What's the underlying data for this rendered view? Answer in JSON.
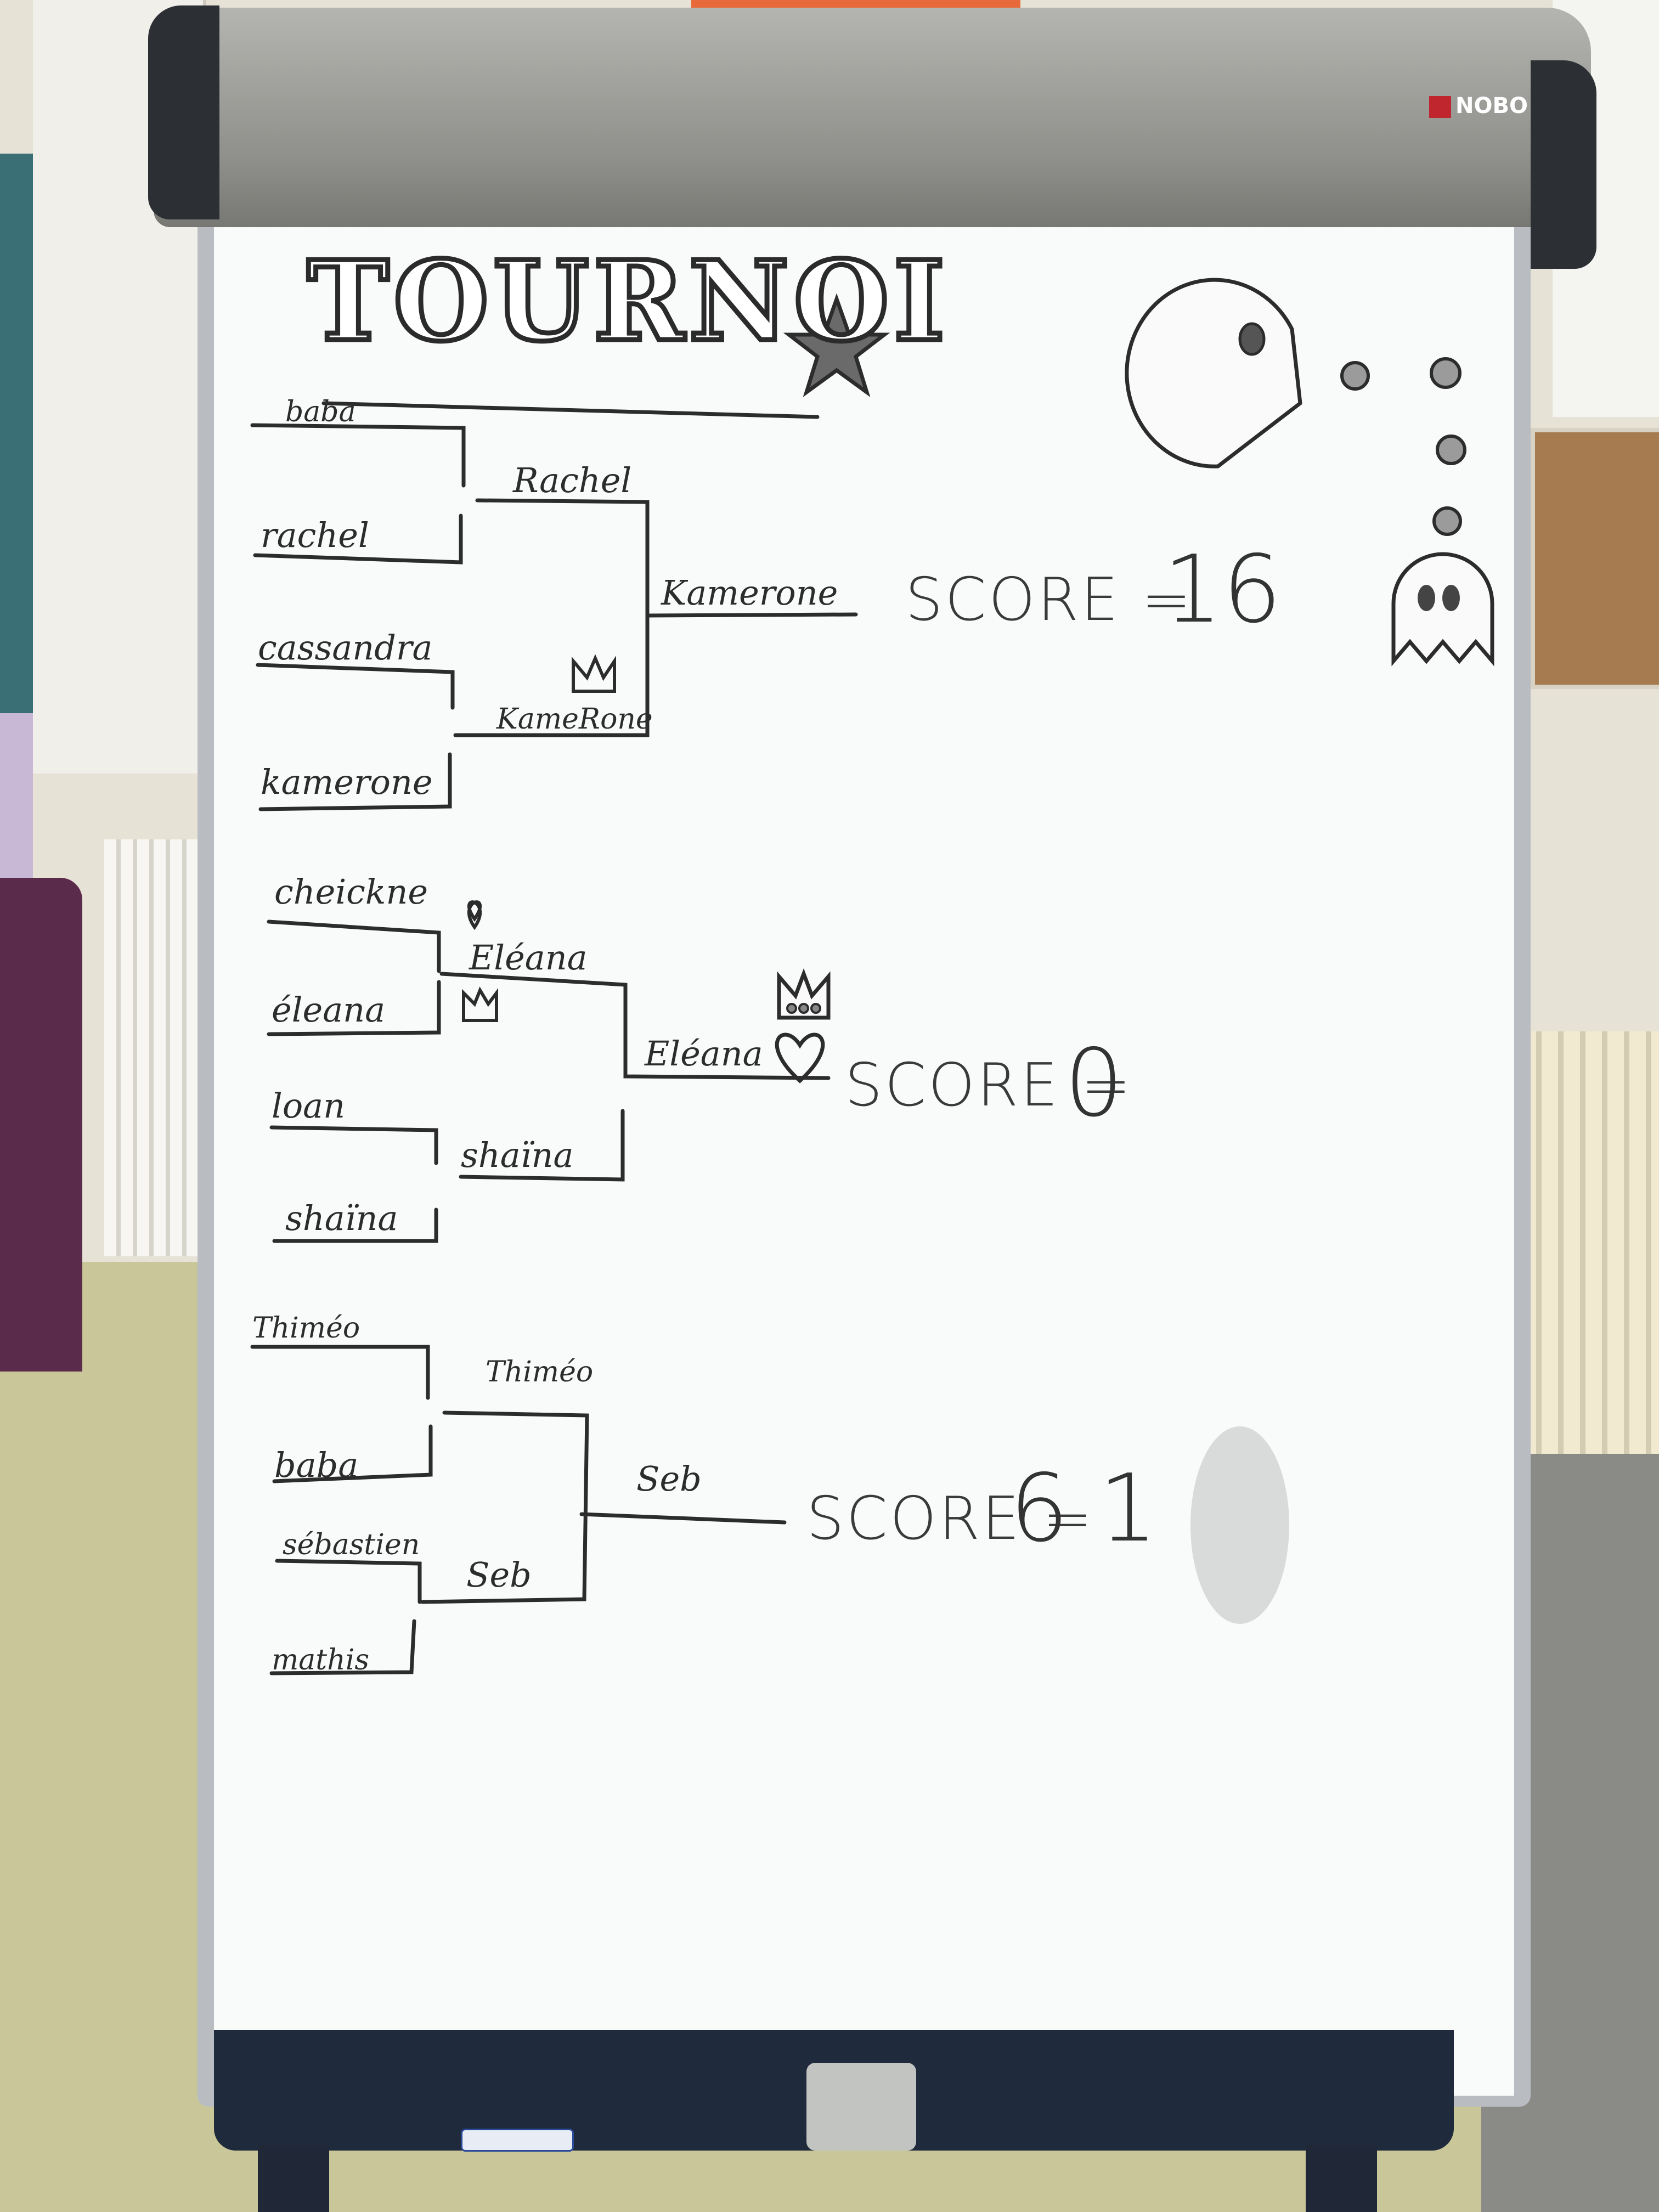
{
  "board": {
    "title": "TOURNOI",
    "brand": "NOBO"
  },
  "bracket1": {
    "round1": [
      "baba",
      "rachel",
      "cassandra",
      "kamerone"
    ],
    "round2": [
      "Rachel",
      "KameRone"
    ],
    "final": "Kamerone",
    "score_label": "SCORE =",
    "score_value": "16"
  },
  "bracket2": {
    "round1": [
      "cheickne",
      "éleana",
      "loan",
      "shaïna"
    ],
    "round2": [
      "Eléana",
      "shaïna"
    ],
    "final": "Eléana",
    "score_label": "SCORE =",
    "score_value": "0"
  },
  "bracket3": {
    "round1": [
      "Thiméo",
      "baba",
      "sébastien",
      "mathis"
    ],
    "round2": [
      "Thiméo",
      "Seb"
    ],
    "final": "Seb",
    "score_label": "SCORE =",
    "score_value": "6 1"
  },
  "doodles": [
    "pacman-icon",
    "ghost-icon",
    "star-icon",
    "crown-icon",
    "heart-icon"
  ],
  "colors": {
    "ink": "#2c2c2c",
    "board": "#f9fafa",
    "frame": "#1f2b3c"
  }
}
